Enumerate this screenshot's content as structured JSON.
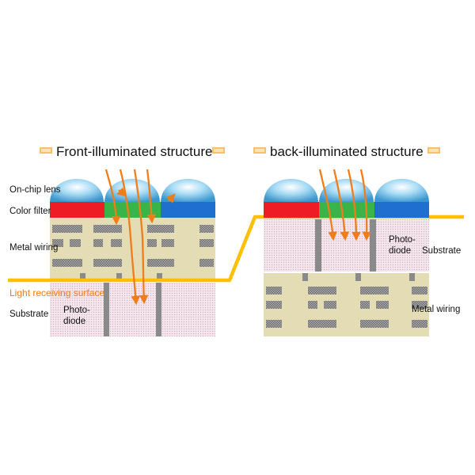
{
  "front": {
    "title": "Front-illuminated structure",
    "labels": {
      "lens": "On-chip lens",
      "filter": "Color filter",
      "wiring": "Metal wiring",
      "surface": "Light receiving surface",
      "substrate": "Substrate",
      "photodiode_line1": "Photo-",
      "photodiode_line2": "diode"
    }
  },
  "back": {
    "title": "back-illuminated structure",
    "labels": {
      "photodiode_line1": "Photo-",
      "photodiode_line2": "diode",
      "substrate": "Substrate",
      "wiring": "Metal wiring"
    }
  },
  "colors": {
    "lens": "#5fb3e0",
    "filter_red": "#ee1c24",
    "filter_green": "#38b449",
    "filter_blue": "#1f6fd0",
    "wiring_layer": "#e3dcb4",
    "metal": "#8a8a8a",
    "photodiode": "#f1e3ea",
    "surface_line": "#ffc000",
    "light": "#ef7d1a"
  }
}
